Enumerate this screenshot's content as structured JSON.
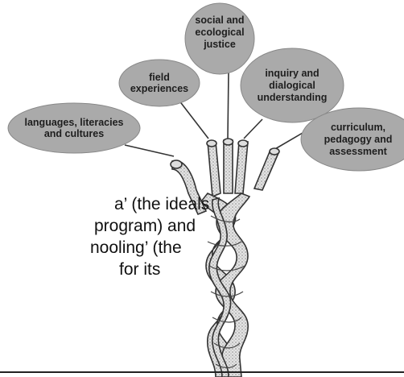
{
  "strands": [
    {
      "id": "languages",
      "label": "languages, literacies\nand cultures"
    },
    {
      "id": "field",
      "label": "field\nexperiences"
    },
    {
      "id": "justice",
      "label": "social and\necological\njustice"
    },
    {
      "id": "inquiry",
      "label": "inquiry and\ndialogical\nunderstanding"
    },
    {
      "id": "curriculum",
      "label": "curriculum,\npedagogy and\nassessment"
    }
  ],
  "body_text": {
    "line1": "a’ (the ideals",
    "line2": "program) and",
    "line3": "nooling’ (the",
    "line4": "for its"
  },
  "colors": {
    "bubble_fill": "#aaaaaa",
    "bubble_text": "#1e1e1e",
    "rope_fill": "#dcdcdc",
    "rope_stroke": "#333333"
  }
}
